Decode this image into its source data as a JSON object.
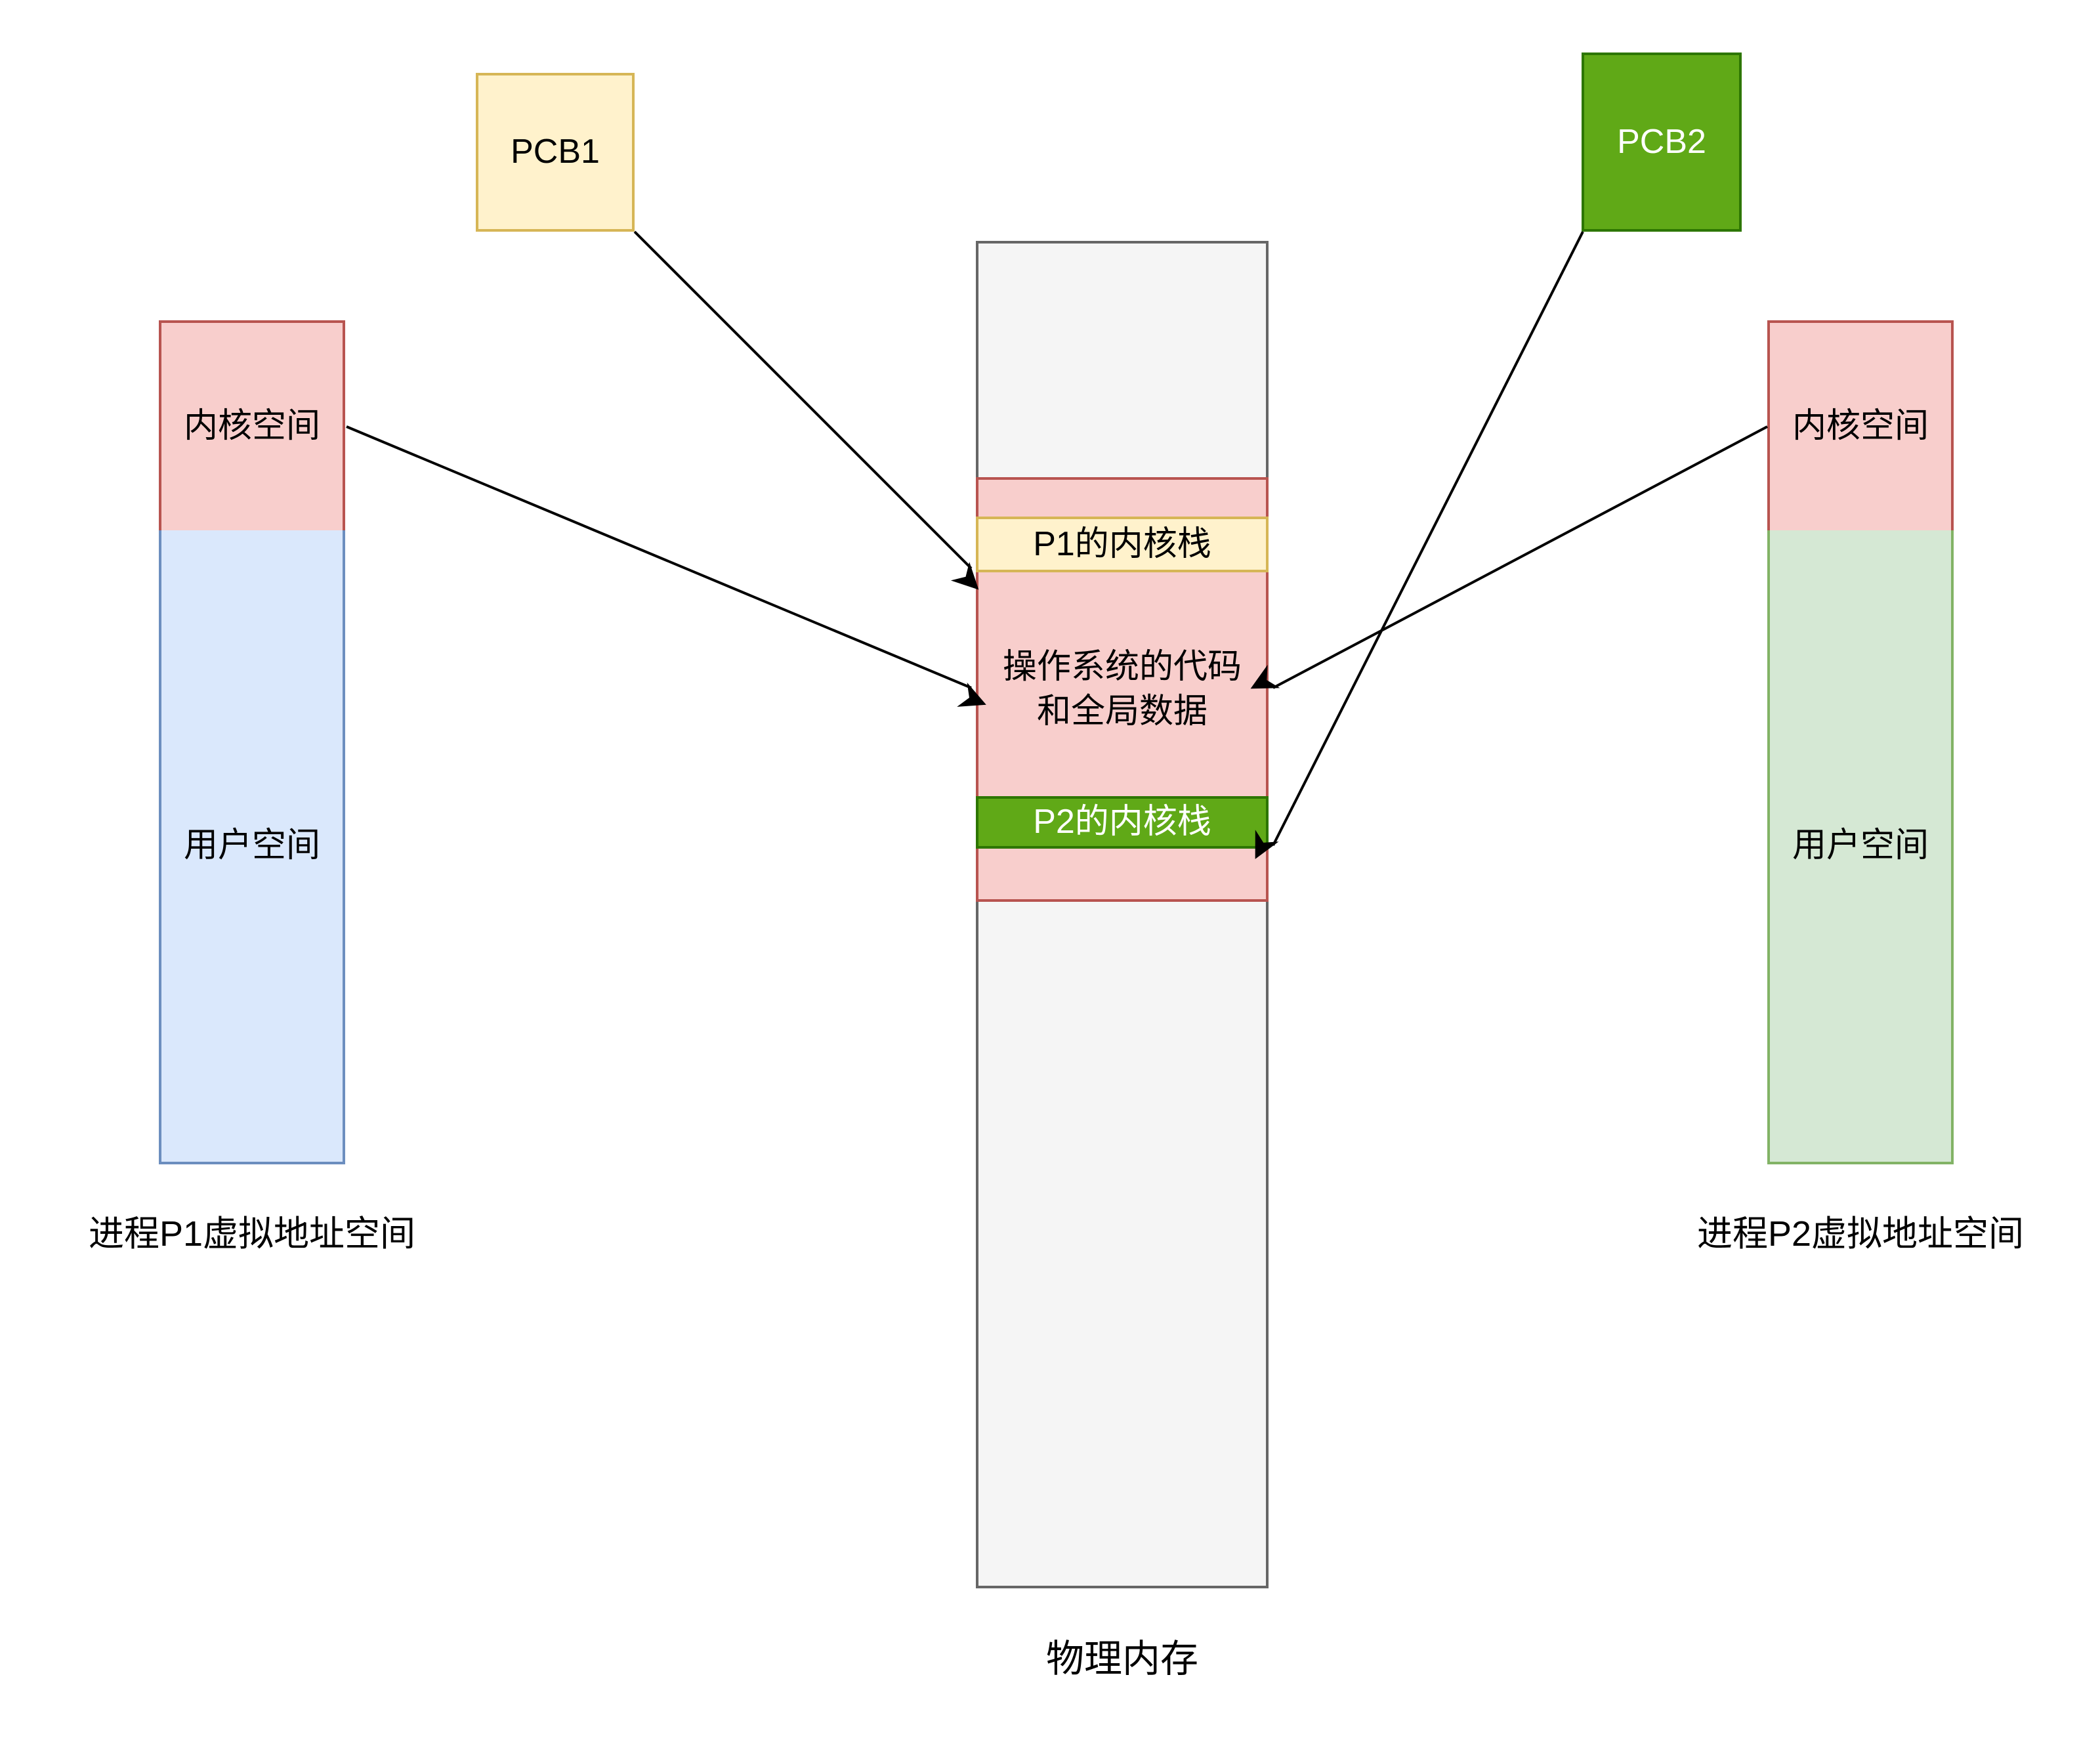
{
  "pcb1": {
    "label": "PCB1"
  },
  "pcb2": {
    "label": "PCB2"
  },
  "p1_space": {
    "kernel_label": "内核空间",
    "user_label": "用户空间",
    "caption": "进程P1虚拟地址空间"
  },
  "p2_space": {
    "kernel_label": "内核空间",
    "user_label": "用户空间",
    "caption": "进程P2虚拟地址空间"
  },
  "physical_memory": {
    "caption": "物理内存",
    "p1_kernel_stack": "P1的内核栈",
    "os_code_line1": "操作系统的代码",
    "os_code_line2": "和全局数据",
    "p2_kernel_stack": "P2的内核栈"
  },
  "colors": {
    "kernel_fill": "#f8cecc",
    "kernel_stroke": "#b85450",
    "user_p1_fill": "#dae8fc",
    "user_p1_stroke": "#6c8ebf",
    "user_p2_fill": "#d5e8d4",
    "user_p2_stroke": "#82b366",
    "pcb1_fill": "#fff2cc",
    "pcb1_stroke": "#d6b656",
    "pcb2_fill": "#60a917",
    "pcb2_stroke": "#2d7600",
    "memory_fill": "#f5f5f5",
    "memory_stroke": "#666666"
  }
}
